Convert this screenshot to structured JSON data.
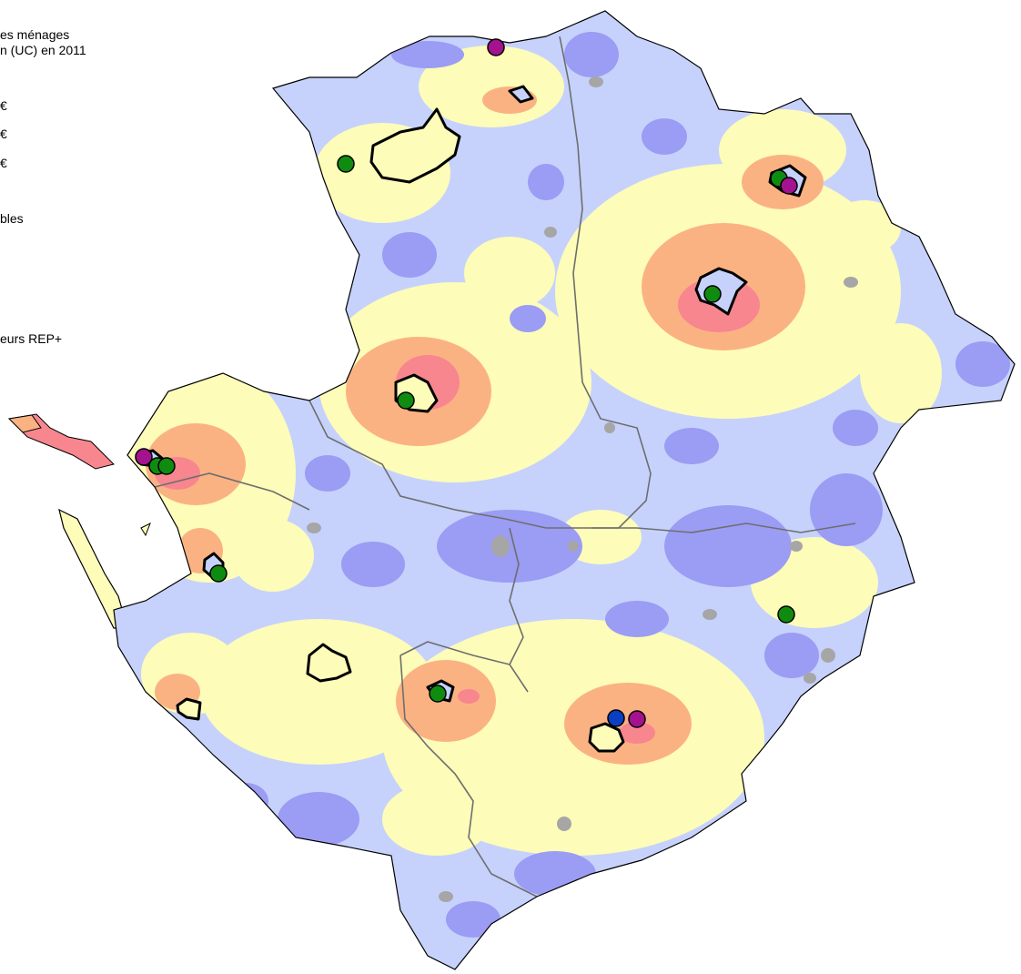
{
  "legend": {
    "title_line1": "es ménages",
    "title_line2": "n (UC) en 2011",
    "class_lines": [
      "€",
      "€",
      "€"
    ],
    "line_bles": "bles",
    "line_rep": "eurs REP+"
  },
  "map": {
    "colors": {
      "background": "#ffffff",
      "very_low": "#9b9cf4",
      "low": "#c6d2fc",
      "medium": "#fdfcb9",
      "high": "#fbb283",
      "very_high": "#f7868f",
      "no_data": "#a6a6a6",
      "outline": "#000000",
      "dept_border": "#6e6e6e",
      "marker_green": "#0f8c0f",
      "marker_purple": "#a3128f",
      "marker_blue": "#0a3fc2"
    },
    "markers": [
      {
        "name": "north-marker",
        "color": "purple"
      },
      {
        "name": "northwest-marker",
        "color": "green"
      },
      {
        "name": "northeast-marker-1",
        "color": "green"
      },
      {
        "name": "northeast-marker-2",
        "color": "purple"
      },
      {
        "name": "east-central-marker",
        "color": "green"
      },
      {
        "name": "center-west-marker",
        "color": "green"
      },
      {
        "name": "coast-marker-1",
        "color": "purple"
      },
      {
        "name": "coast-marker-2",
        "color": "green"
      },
      {
        "name": "coast-marker-3",
        "color": "green"
      },
      {
        "name": "southwest-marker",
        "color": "green"
      },
      {
        "name": "east-marker",
        "color": "green"
      },
      {
        "name": "south-marker",
        "color": "green"
      },
      {
        "name": "southeast-marker-1",
        "color": "blue"
      },
      {
        "name": "southeast-marker-2",
        "color": "purple"
      }
    ]
  }
}
